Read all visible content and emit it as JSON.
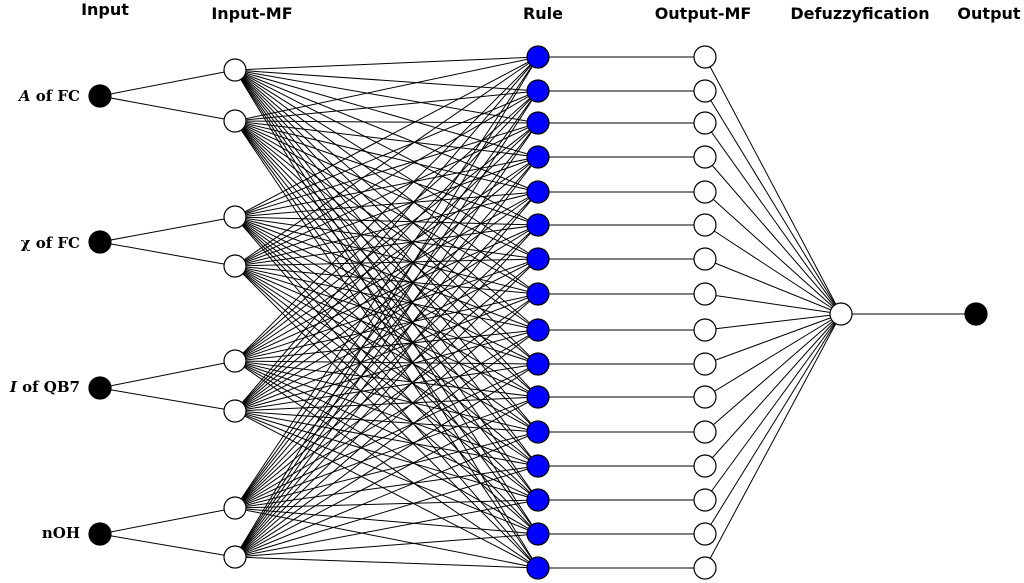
{
  "headers": {
    "input": "Input",
    "input_mf": "Input-MF",
    "rule": "Rule",
    "output_mf": "Output-MF",
    "defuzz": "Defuzzyfication",
    "output": "Output"
  },
  "inputs": [
    {
      "var": "A",
      "rest": " of FC"
    },
    {
      "var": "χ",
      "rest": " of FC"
    },
    {
      "var": "I",
      "rest": " of QB7"
    },
    {
      "var": "",
      "rest": "nOH"
    }
  ],
  "colors": {
    "input_node": "#000000",
    "mf_node": "#ffffff",
    "rule_node": "#0000ff",
    "output_node": "#000000",
    "stroke": "#000000"
  },
  "structure": {
    "mf_per_input": 2,
    "rule_count": 16
  }
}
